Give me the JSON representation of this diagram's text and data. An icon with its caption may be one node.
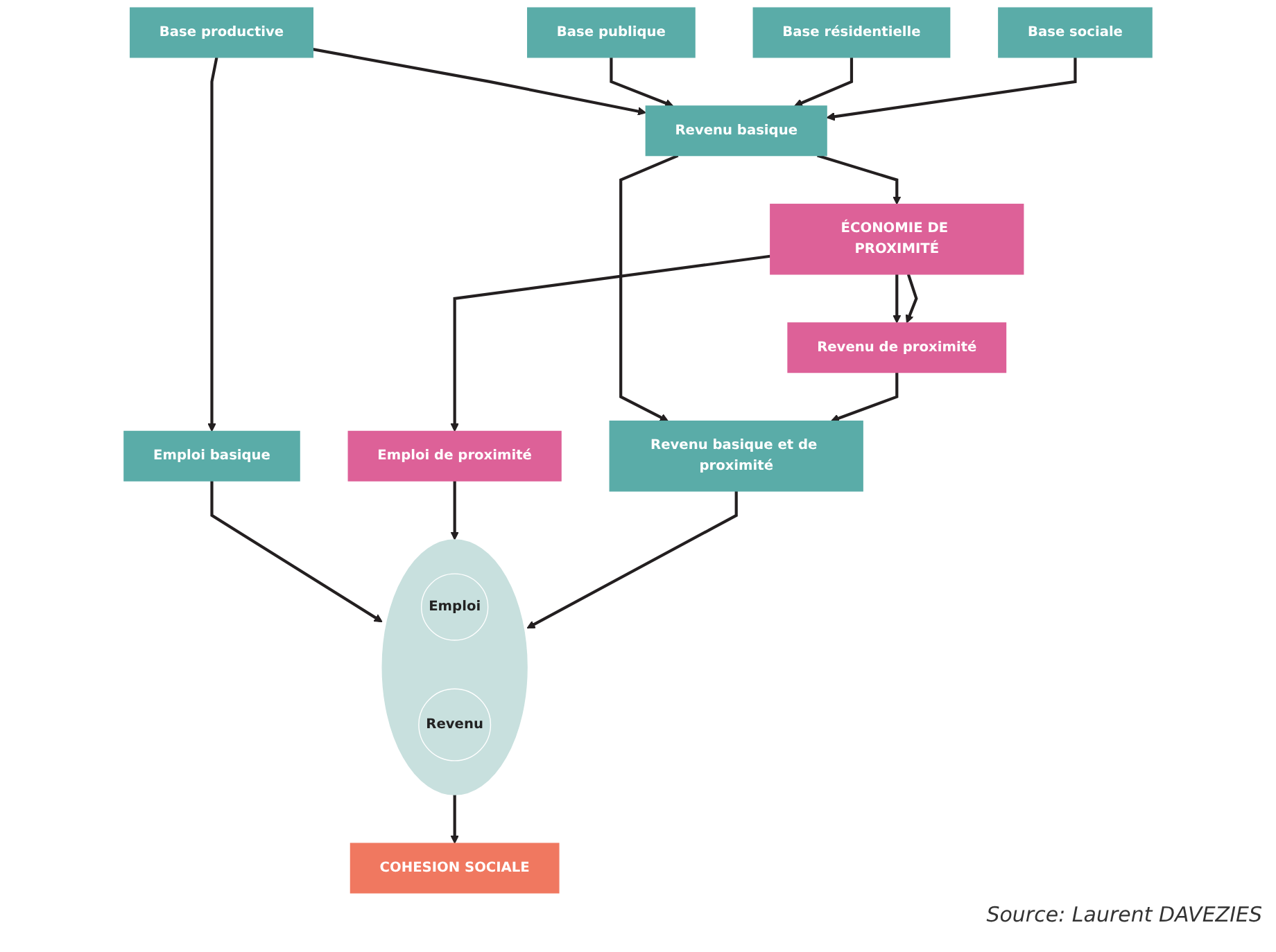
{
  "diagram": {
    "nodes": [
      {
        "text": [
          "Base productive"
        ]
      },
      {
        "text": [
          "Base publique"
        ]
      },
      {
        "text": [
          "Base résidentielle"
        ]
      },
      {
        "text": [
          "Base sociale"
        ]
      },
      {
        "text": [
          "Revenu basique"
        ]
      },
      {
        "text": [
          "ÉCONOMIE DE PROXIMITÉ"
        ]
      },
      {
        "text": [
          "Revenu de proximité"
        ]
      },
      {
        "text": [
          "Emploi basique"
        ]
      },
      {
        "text": [
          "Emploi de proximité"
        ]
      },
      {
        "text": [],
        "shape": "circle"
      },
      {
        "text": [
          "Emploi"
        ],
        "in": 9
      },
      {
        "text": [
          "Revenu"
        ],
        "in": 9
      },
      {
        "text": [
          "Revenu basique et de proximité"
        ]
      },
      {
        "text": [
          "COHESION SOCIALE"
        ]
      }
    ],
    "edges": [
      {
        "from": 0,
        "to": 4,
        "arrow": "to"
      },
      {
        "from": 1,
        "to": 4,
        "arrow": "to"
      },
      {
        "from": 2,
        "to": 4,
        "arrow": "to"
      },
      {
        "from": 3,
        "to": 4,
        "arrow": "to"
      },
      {
        "from": 0,
        "to": 7,
        "arrow": "to"
      },
      {
        "from": 4,
        "to": 5,
        "arrow": "to"
      },
      {
        "from": 4,
        "to": 12,
        "arrow": "to"
      },
      {
        "from": 5,
        "to": 8,
        "arrow": "to"
      },
      {
        "from": 5,
        "to": 6,
        "arrow": "to"
      },
      {
        "from": 5,
        "to": 6,
        "arrow": "to"
      },
      {
        "from": 6,
        "to": 12,
        "arrow": "to"
      },
      {
        "from": 7,
        "to": 9,
        "arrow": "to"
      },
      {
        "from": 8,
        "to": 9,
        "arrow": "to"
      },
      {
        "from": 12,
        "to": 9,
        "arrow": "to"
      },
      {
        "from": 9,
        "to": 13,
        "arrow": "to"
      }
    ],
    "labels": [
      "Source: Laurent DAVEZIES"
    ]
  }
}
